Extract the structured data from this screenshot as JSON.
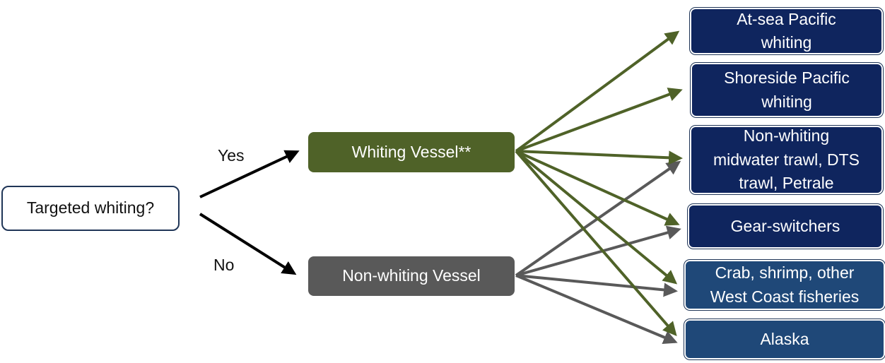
{
  "start": {
    "label": "Targeted whiting?"
  },
  "branches": {
    "yes_label": "Yes",
    "no_label": "No"
  },
  "vessels": {
    "whiting": "Whiting Vessel**",
    "non_whiting": "Non-whiting Vessel"
  },
  "destinations": [
    {
      "line1": "At-sea Pacific",
      "line2": "whiting"
    },
    {
      "line1": "Shoreside Pacific",
      "line2": "whiting"
    },
    {
      "line1": "Non-whiting",
      "line2": "midwater trawl, DTS",
      "line3": "trawl, Petrale"
    },
    {
      "line1": "Gear-switchers"
    },
    {
      "line1": "Crab, shrimp, other",
      "line2": "West Coast fisheries"
    },
    {
      "line1": "Alaska"
    }
  ],
  "colors": {
    "whiting_green": "#4f6228",
    "non_whiting_gray": "#595959",
    "arrow_green": "#4f6228",
    "arrow_gray": "#595959",
    "arrow_black": "#000000",
    "dest_dark_navy": "#0f255e",
    "dest_mid_blue": "#1f4878"
  }
}
